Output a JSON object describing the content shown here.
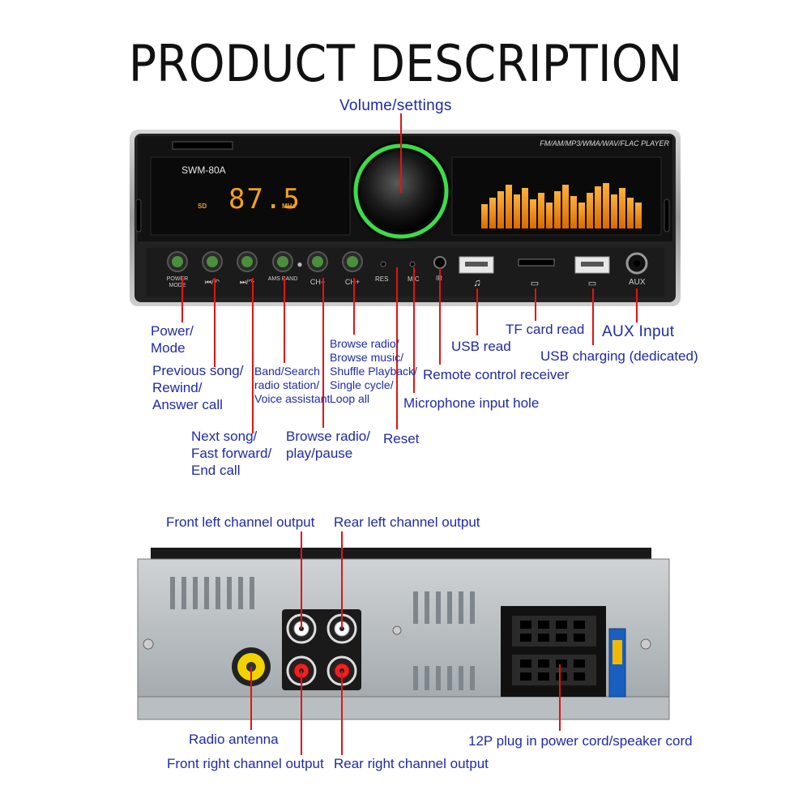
{
  "title": "PRODUCT DESCRIPTION",
  "front_panel": {
    "top_label": "FM/AM/MP3/WMA/WAV/FLAC PLAYER",
    "model": "SWM-80A",
    "display_source": "SD",
    "display_freq": "87.5",
    "display_unit": "MHz",
    "buttons": [
      {
        "label": "POWER MODE"
      },
      {
        "label": "⏮/↶"
      },
      {
        "label": "⏭/↷"
      },
      {
        "label": "AMS BAND"
      },
      {
        "label": "CH−"
      },
      {
        "label": "CH+"
      }
    ],
    "res_label": "RES",
    "mic_label": "MIC",
    "ir_label": "IR",
    "aux_label": "AUX"
  },
  "callouts_front": {
    "volume": "Volume/settings",
    "power": "Power/\nMode",
    "previous": "Previous song/\nRewind/\nAnswer call",
    "next": "Next song/\nFast forward/\nEnd call",
    "band": "Band/Search\nradio station/\nVoice assistant",
    "browse_play": "Browse radio/\nplay/pause",
    "browse_music": "Browse radio/\nBrowse music/\nShuffle Playback/\nSingle cycle/\nLoop all",
    "reset": "Reset",
    "mic_hole": "Microphone input hole",
    "remote": "Remote control receiver",
    "usb_read": "USB read",
    "tf": "TF card read",
    "aux": "AUX Input",
    "usb_charge": "USB charging (dedicated)"
  },
  "callouts_back": {
    "front_left": "Front left channel output",
    "rear_left": "Rear left channel output",
    "antenna": "Radio antenna",
    "front_right": "Front right channel output",
    "rear_right": "Rear right channel output",
    "plug": "12P plug in power cord/speaker cord"
  },
  "colors": {
    "label_blue": "#1f2aa8",
    "callout_red": "#e31313",
    "display_orange": "#f5a01a",
    "panel_dark": "#1c1c1c",
    "ring_green": "#3ddc4a"
  }
}
